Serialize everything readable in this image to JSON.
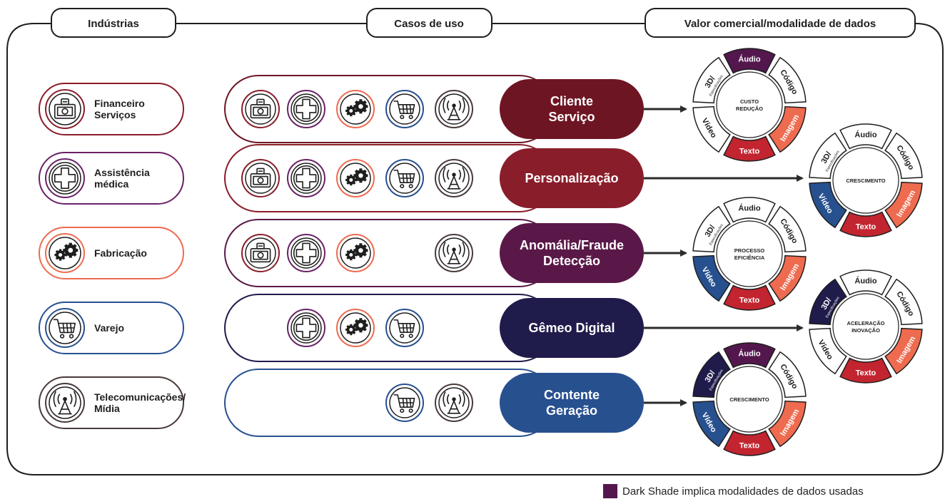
{
  "colors": {
    "dark_red": "#6e1523",
    "red": "#8a1d2a",
    "purple": "#5a1848",
    "navy": "#1f1b4b",
    "blue": "#27508f",
    "salmon": "#ee6b4f",
    "crimson": "#c2252f",
    "plum": "#53174e",
    "outline": "#2b2b2b"
  },
  "headers": [
    "Indústrias",
    "Casos de uso",
    "Valor comercial/modalidade de dados"
  ],
  "industries": [
    {
      "name": "Financeiro Serviços",
      "lines": [
        "Financeiro",
        "Serviços"
      ],
      "icon": "bank-icon",
      "color": "#8a1d2a"
    },
    {
      "name": "Assistência médica",
      "lines": [
        "Assistência",
        "médica"
      ],
      "icon": "medical-cross-icon",
      "color": "#6a2266"
    },
    {
      "name": "Fabricação",
      "lines": [
        "Fabricação"
      ],
      "icon": "gears-icon",
      "color": "#ee6b4f"
    },
    {
      "name": "Varejo",
      "lines": [
        "Varejo"
      ],
      "icon": "shopping-cart-icon",
      "color": "#27508f"
    },
    {
      "name": "Telecomunicações/ Mídia",
      "lines": [
        "Telecomunicações/",
        "Mídia"
      ],
      "icon": "antenna-icon",
      "color": "#4a3a3a"
    }
  ],
  "use_cases": [
    {
      "name": "Cliente Serviço",
      "lines": [
        "Cliente",
        "Serviço"
      ],
      "color": "#6e1523",
      "industries": [
        "bank-icon",
        "medical-cross-icon",
        "gears-icon",
        "shopping-cart-icon",
        "antenna-icon"
      ]
    },
    {
      "name": "Personalização",
      "lines": [
        "Personalização"
      ],
      "color": "#8a1d2a",
      "industries": [
        "bank-icon",
        "medical-cross-icon",
        "gears-icon",
        "shopping-cart-icon",
        "antenna-icon"
      ]
    },
    {
      "name": "Anomália/Fraude Detecção",
      "lines": [
        "Anomália/Fraude",
        "Detecção"
      ],
      "color": "#5a1848",
      "industries": [
        "bank-icon",
        "medical-cross-icon",
        "gears-icon",
        null,
        "antenna-icon"
      ]
    },
    {
      "name": "Gêmeo Digital",
      "lines": [
        "Gêmeo Digital"
      ],
      "color": "#1f1b4b",
      "industries": [
        null,
        "medical-cross-icon",
        "gears-icon",
        "shopping-cart-icon",
        null
      ]
    },
    {
      "name": "Contente Geração",
      "lines": [
        "Contente",
        "Geração"
      ],
      "color": "#27508f",
      "industries": [
        null,
        null,
        null,
        "shopping-cart-icon",
        "antenna-icon"
      ]
    }
  ],
  "value_rings": [
    {
      "center_lines": [
        "CUSTO",
        "REDUÇÃO"
      ],
      "dark": [
        "Áudio"
      ]
    },
    {
      "center_lines": [
        "CRESCIMENTO"
      ],
      "dark": [
        "Vídeo"
      ]
    },
    {
      "center_lines": [
        "PROCESSO",
        "EFICIÊNCIA"
      ],
      "dark": [
        "Vídeo"
      ]
    },
    {
      "center_lines": [
        "ACELERAÇÃO",
        "INOVAÇÃO"
      ],
      "dark": [
        "3D/"
      ]
    },
    {
      "center_lines": [
        "CRESCIMENTO"
      ],
      "dark": [
        "Áudio",
        "3D/",
        "Vídeo"
      ]
    }
  ],
  "modalities": [
    {
      "label": "Código",
      "color": "#ffffff"
    },
    {
      "label": "Imagem",
      "color": "#ee6b4f"
    },
    {
      "label": "Texto",
      "color": "#c2252f"
    },
    {
      "label": "Vídeo",
      "color": "#ffffff"
    },
    {
      "label": "3D/",
      "sub": "Especificações",
      "color": "#ffffff"
    },
    {
      "label": "Áudio",
      "color": "#ffffff"
    }
  ],
  "dark_colors": {
    "Áudio": "#53174e",
    "Vídeo": "#27508f",
    "3D/": "#1f1b4b"
  },
  "legend": {
    "text": "Dark Shade implica modalidades de dados usadas",
    "color": "#53174e"
  }
}
